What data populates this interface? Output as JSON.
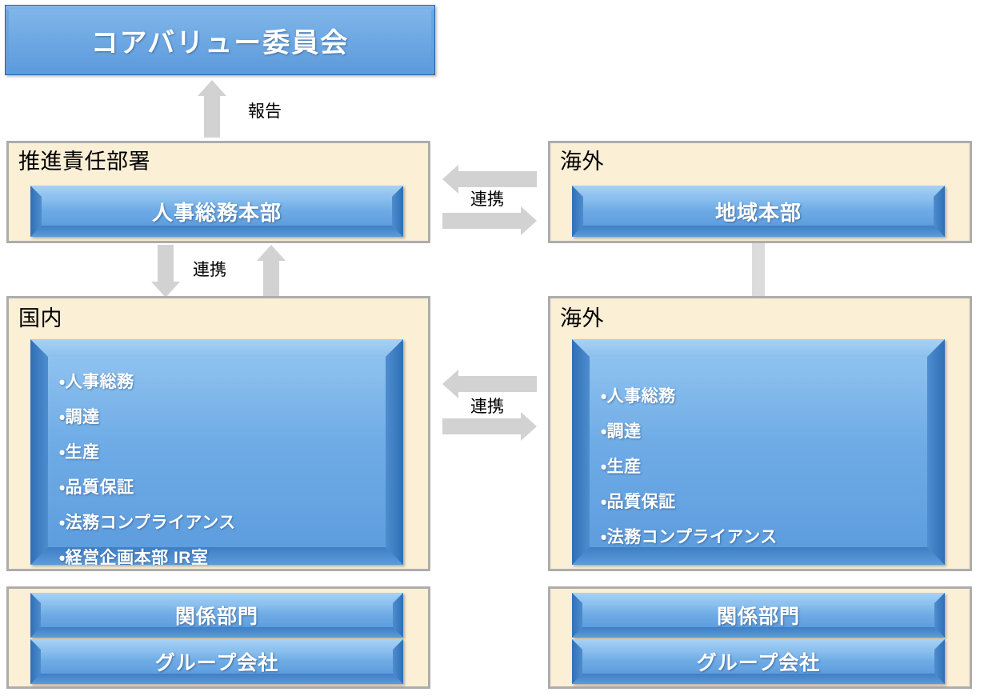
{
  "diagram": {
    "title_box": {
      "label": "コアバリュー委員会"
    },
    "connectors": {
      "report": "報告",
      "collaboration_top": "連携",
      "collaboration_left_vertical": "連携",
      "collaboration_middle": "連携"
    },
    "groups": {
      "promotion": {
        "label": "推進責任部署",
        "box_label": "人事総務本部"
      },
      "overseas_regional": {
        "label": "海外",
        "box_label": "地域本部"
      },
      "domestic": {
        "label": "国内",
        "items": [
          "・人事総務",
          "・調達",
          "・生産",
          "・品質保証",
          "・法務コンプライアンス",
          "・経営企画本部 IR室"
        ]
      },
      "overseas": {
        "label": "海外",
        "items": [
          "・人事総務",
          "・調達",
          "・生産",
          "・品質保証",
          "・法務コンプライアンス"
        ]
      },
      "related_left": {
        "box_label_1": "関係部門",
        "box_label_2": "グループ会社"
      },
      "related_right": {
        "box_label_1": "関係部門",
        "box_label_2": "グループ会社"
      }
    },
    "colors": {
      "blue_fill": "#6FACE6",
      "blue_dark": "#2F6FB5",
      "blue_light": "#A8D2F4",
      "cream_bg": "#FBEFD5",
      "border_gray": "#ADADAD",
      "arrow_gray": "#D2D2D2",
      "text_white": "#FFFFFF",
      "text_black": "#000000"
    }
  }
}
